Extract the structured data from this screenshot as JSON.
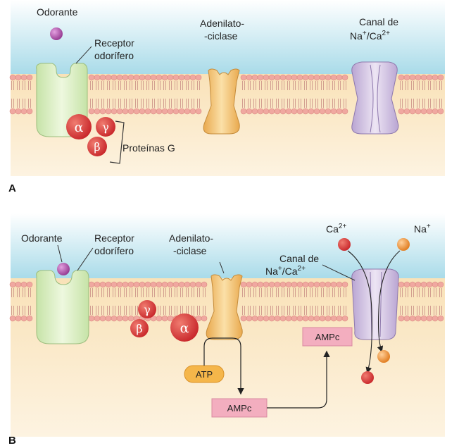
{
  "panel_a": {
    "letter": "A",
    "odorant": "Odorante",
    "receptor": [
      "Receptor",
      "odorífero"
    ],
    "adenylate_cyclase": [
      "Adenilato-",
      "-ciclase"
    ],
    "channel": {
      "line1": "Canal de",
      "line2_prefix": "Na",
      "sup1": "+",
      "line2_mid": "/Ca",
      "sup2": "2+"
    },
    "g_alpha": "α",
    "g_beta": "β",
    "g_gamma": "γ",
    "g_proteins": "Proteínas G"
  },
  "panel_b": {
    "letter": "B",
    "odorant": "Odorante",
    "receptor": [
      "Receptor",
      "odorífero"
    ],
    "adenylate_cyclase": [
      "Adenilato-",
      "-ciclase"
    ],
    "channel": {
      "line1": "Canal de",
      "line2_prefix": "Na",
      "sup1": "+",
      "line2_mid": "/Ca",
      "sup2": "2+"
    },
    "ca_ion": {
      "base": "Ca",
      "sup": "2+"
    },
    "na_ion": {
      "base": "Na",
      "sup": "+"
    },
    "g_alpha": "α",
    "g_beta": "β",
    "g_gamma": "γ",
    "atp": "ATP",
    "camp_1": "AMPc",
    "camp_2": "AMPc"
  },
  "colors": {
    "extracellular": "#bfe4ef",
    "cytoplasm": "#fbe7c4",
    "lipid_head": "#f0a8a0",
    "receptor": "#dff0c8",
    "cyclase": "#f6c77e",
    "channel": "#d8c9e6",
    "g_protein": "#e0403f",
    "odorant": "#a64ea8",
    "atp": "#f5b64a",
    "camp_box": "#f3aebf",
    "ca_ion": "#d8302c",
    "na_ion": "#ec8a2c"
  }
}
